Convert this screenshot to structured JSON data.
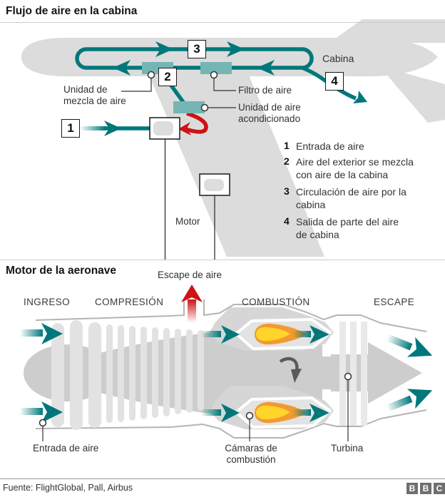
{
  "colors": {
    "teal": "#00787b",
    "teal_light": "#74b6b3",
    "red": "#cf1215",
    "silhouette_gray": "#dcdcdc",
    "engine_gray": "#cdcdcd",
    "flame_orange": "#f19a30",
    "flame_yellow": "#ffd42b"
  },
  "cabin_panel": {
    "title": "Flujo de aire en la cabina",
    "cabina_label": "Cabina",
    "markers": {
      "m1": "1",
      "m2": "2",
      "m3": "3",
      "m4": "4"
    },
    "labels": {
      "mixing_unit": "Unidad de\nmezcla de aire",
      "air_filter": "Filtro de aire",
      "ac_unit": "Unidad de aire\nacondicionado",
      "motor": "Motor"
    },
    "legend": [
      {
        "num": "1",
        "text": "Entrada de aire"
      },
      {
        "num": "2",
        "text": "Aire del exterior se mezcla\ncon aire de la cabina"
      },
      {
        "num": "3",
        "text": "Circulación de aire por la\ncabina"
      },
      {
        "num": "4",
        "text": "Salida de parte del aire\nde cabina"
      }
    ]
  },
  "engine_panel": {
    "title": "Motor de la aeronave",
    "escape_air_label": "Escape de aire",
    "stages": [
      {
        "label": "INGRESO"
      },
      {
        "label": "COMPRESIÓN"
      },
      {
        "label": "COMBUSTIÓN"
      },
      {
        "label": "ESCAPE"
      }
    ],
    "labels": {
      "air_inlet": "Entrada de aire",
      "combustion_chambers": "Cámaras de\ncombustión",
      "turbine": "Turbina"
    }
  },
  "footer": {
    "source": "Fuente: FlightGlobal, Pall, Airbus",
    "logo_letters": [
      "B",
      "B",
      "C"
    ]
  }
}
